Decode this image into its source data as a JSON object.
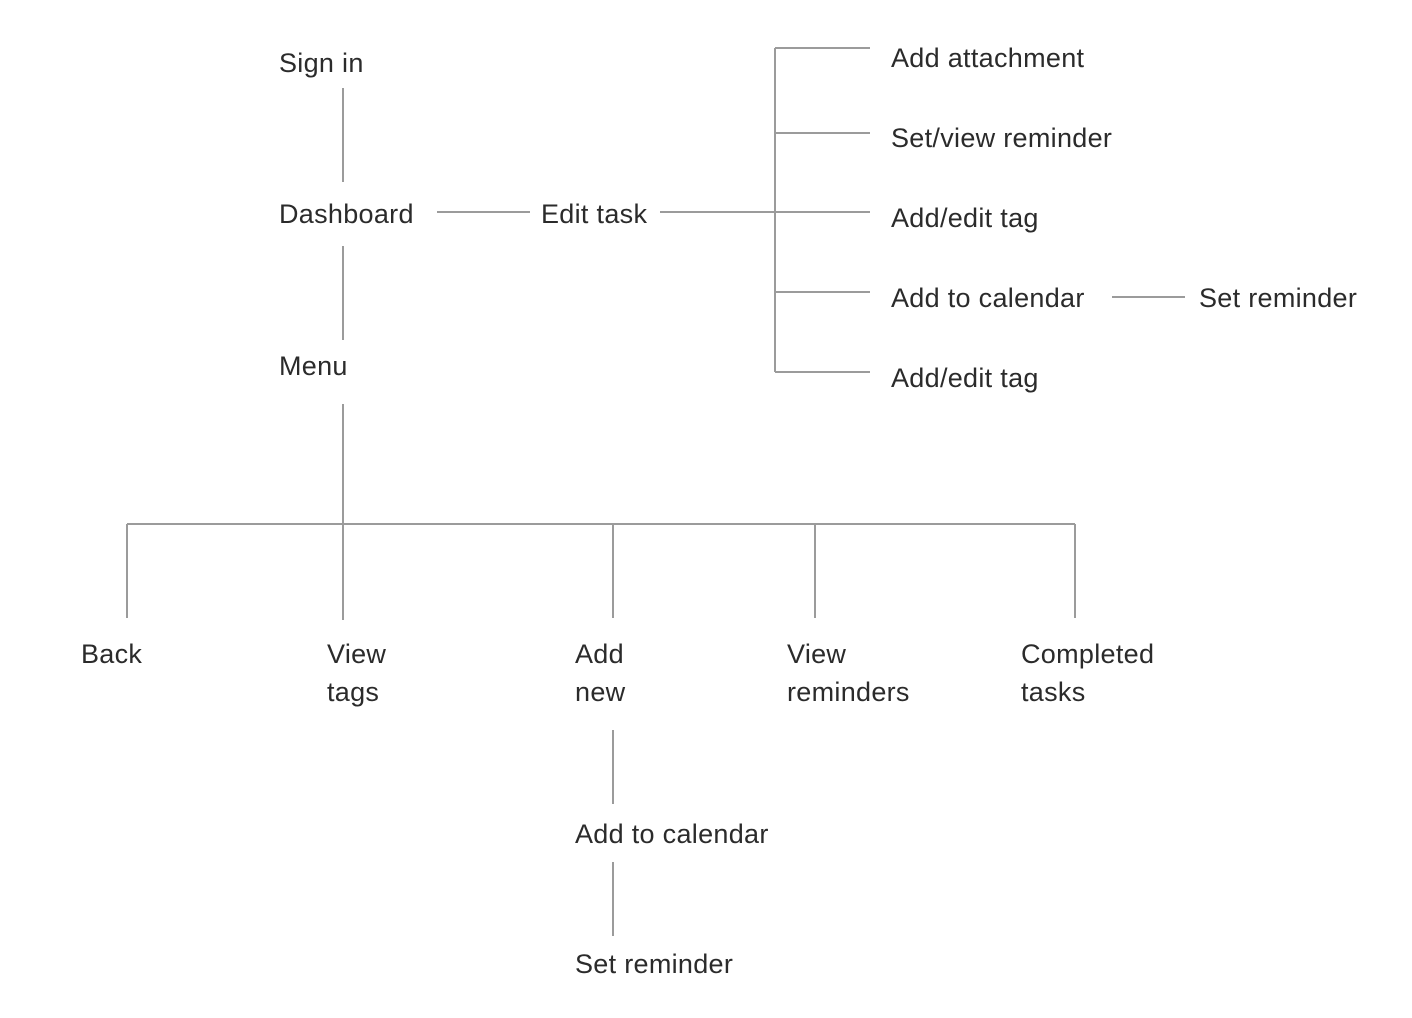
{
  "colors": {
    "background": "#ffffff",
    "text": "#2b2b2b",
    "connector": "#9b9b9b"
  },
  "nodes": {
    "sign_in": "Sign in",
    "dashboard": "Dashboard",
    "menu": "Menu",
    "edit_task": "Edit task",
    "add_attachment": "Add attachment",
    "set_view_reminder": "Set/view reminder",
    "add_edit_tag_1": "Add/edit tag",
    "add_to_calendar_1": "Add to calendar",
    "set_reminder_1": "Set reminder",
    "add_edit_tag_2": "Add/edit tag",
    "back": "Back",
    "view_tags": "View\ntags",
    "add_new": "Add\nnew",
    "view_reminders": "View\nreminders",
    "completed_tasks": "Completed\ntasks",
    "add_to_calendar_2": "Add to calendar",
    "set_reminder_2": "Set reminder"
  }
}
